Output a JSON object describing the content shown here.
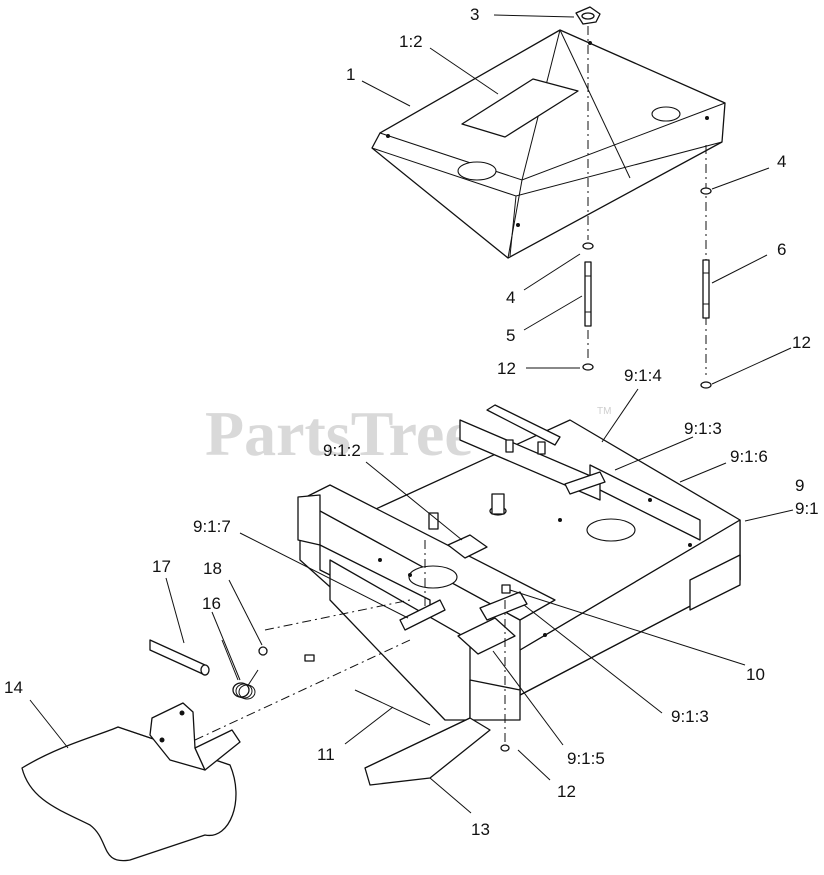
{
  "watermark": {
    "text": "PartsTree",
    "tm": "TM"
  },
  "callouts": [
    {
      "id": "c-1",
      "text": "1"
    },
    {
      "id": "c-1-2",
      "text": "1:2"
    },
    {
      "id": "c-3",
      "text": "3"
    },
    {
      "id": "c-4a",
      "text": "4"
    },
    {
      "id": "c-4b",
      "text": "4"
    },
    {
      "id": "c-5",
      "text": "5"
    },
    {
      "id": "c-6",
      "text": "6"
    },
    {
      "id": "c-12a",
      "text": "12"
    },
    {
      "id": "c-12b",
      "text": "12"
    },
    {
      "id": "c-12c",
      "text": "12"
    },
    {
      "id": "c-9-1-4",
      "text": "9:1:4"
    },
    {
      "id": "c-9-1-3a",
      "text": "9:1:3"
    },
    {
      "id": "c-9-1-6",
      "text": "9:1:6"
    },
    {
      "id": "c-9",
      "text": "9"
    },
    {
      "id": "c-9-1",
      "text": "9:1"
    },
    {
      "id": "c-9-1-2",
      "text": "9:1:2"
    },
    {
      "id": "c-9-1-7",
      "text": "9:1:7"
    },
    {
      "id": "c-10",
      "text": "10"
    },
    {
      "id": "c-9-1-3b",
      "text": "9:1:3"
    },
    {
      "id": "c-9-1-5",
      "text": "9:1:5"
    },
    {
      "id": "c-11",
      "text": "11"
    },
    {
      "id": "c-13",
      "text": "13"
    },
    {
      "id": "c-14",
      "text": "14"
    },
    {
      "id": "c-16",
      "text": "16"
    },
    {
      "id": "c-17",
      "text": "17"
    },
    {
      "id": "c-18",
      "text": "18"
    }
  ]
}
